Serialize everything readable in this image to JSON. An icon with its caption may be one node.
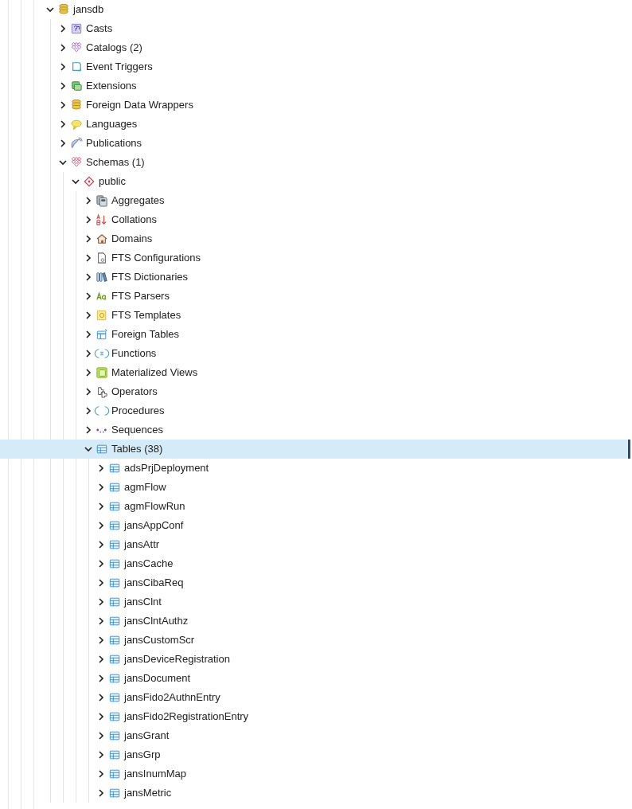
{
  "diagram": {
    "nodes": [
      {
        "text": [
          "Tables (38)"
        ]
      }
    ],
    "labels": [
      "jansdb",
      "Casts",
      "Catalogs (2)",
      "Event Triggers",
      "Extensions",
      "Foreign Data Wrappers",
      "Languages",
      "Publications",
      "Schemas (1)",
      "public",
      "Aggregates",
      "Collations",
      "Domains",
      "FTS Configurations",
      "FTS Dictionaries",
      "FTS Parsers",
      "FTS Templates",
      "Foreign Tables",
      "Functions",
      "Materialized Views",
      "Operators",
      "Procedures",
      "Sequences",
      "adsPrjDeployment",
      "agmFlow",
      "agmFlowRun",
      "jansAppConf",
      "jansAttr",
      "jansCache",
      "jansCibaReq",
      "jansClnt",
      "jansClntAuthz",
      "jansCustomScr",
      "jansDeviceRegistration",
      "jansDocument",
      "jansFido2AuthnEntry",
      "jansFido2RegistrationEntry",
      "jansGrant",
      "jansGrp",
      "jansInumMap",
      "jansMetric"
    ]
  }
}
